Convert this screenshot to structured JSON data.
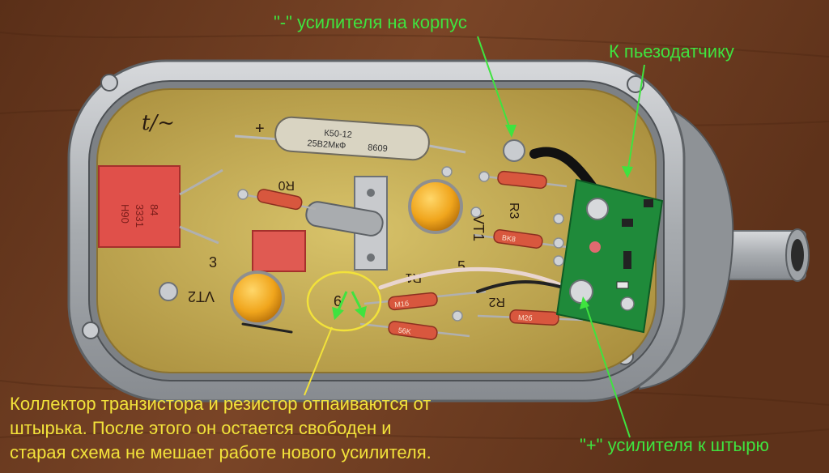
{
  "photo": {
    "board_handwriting": "t/~",
    "component_markings": {
      "capacitor": [
        "К50-12",
        "25В2МкФ",
        "8609"
      ],
      "film_capacitor": [
        "H90",
        "3331",
        "84"
      ],
      "resistors": [
        "R0",
        "R1",
        "R2",
        "R3",
        "M1б",
        "56K",
        "BK8",
        "M2б"
      ],
      "transistors": [
        "VT1",
        "VT2"
      ],
      "board_numbers": [
        "3",
        "5",
        "6",
        "+"
      ]
    }
  },
  "annotations": {
    "minus_label": "\"-\" усилителя на корпус",
    "piezo_label": "К пьезодатчику",
    "plus_label": "\"+\" усилителя к штырю",
    "note_lines": [
      "Коллектор транзистора и резистор отпаиваются от",
      "штырька. После этого он остается свободен и",
      "старая схема не мешает работе нового усилителя."
    ]
  },
  "colors": {
    "annotation_green": "#3fe33f",
    "annotation_yellow": "#f2e23a",
    "pcb_new": "#1f8a3a",
    "pcb_old": "#c9b25a",
    "housing": "#b9bcc0"
  }
}
